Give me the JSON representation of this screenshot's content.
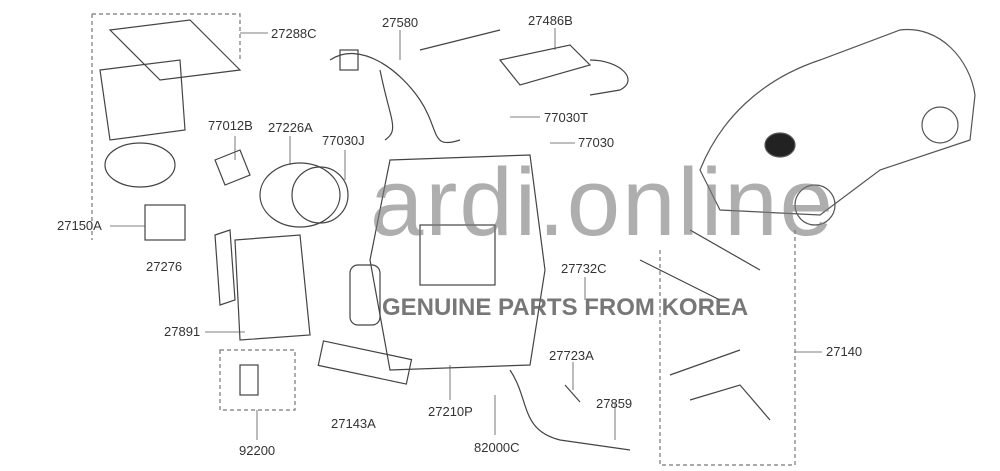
{
  "diagram": {
    "watermark": {
      "site": "ardi.online",
      "tagline": "GENUINE PARTS FROM KOREA"
    },
    "parts": [
      {
        "id": "27288C"
      },
      {
        "id": "27580"
      },
      {
        "id": "27486B"
      },
      {
        "id": "77012B"
      },
      {
        "id": "27226A"
      },
      {
        "id": "77030J"
      },
      {
        "id": "77030T"
      },
      {
        "id": "77030"
      },
      {
        "id": "27150A"
      },
      {
        "id": "27276"
      },
      {
        "id": "27732C"
      },
      {
        "id": "27891"
      },
      {
        "id": "27723A"
      },
      {
        "id": "27140"
      },
      {
        "id": "27143A"
      },
      {
        "id": "27210P"
      },
      {
        "id": "27859"
      },
      {
        "id": "82000C"
      },
      {
        "id": "92200"
      }
    ]
  }
}
